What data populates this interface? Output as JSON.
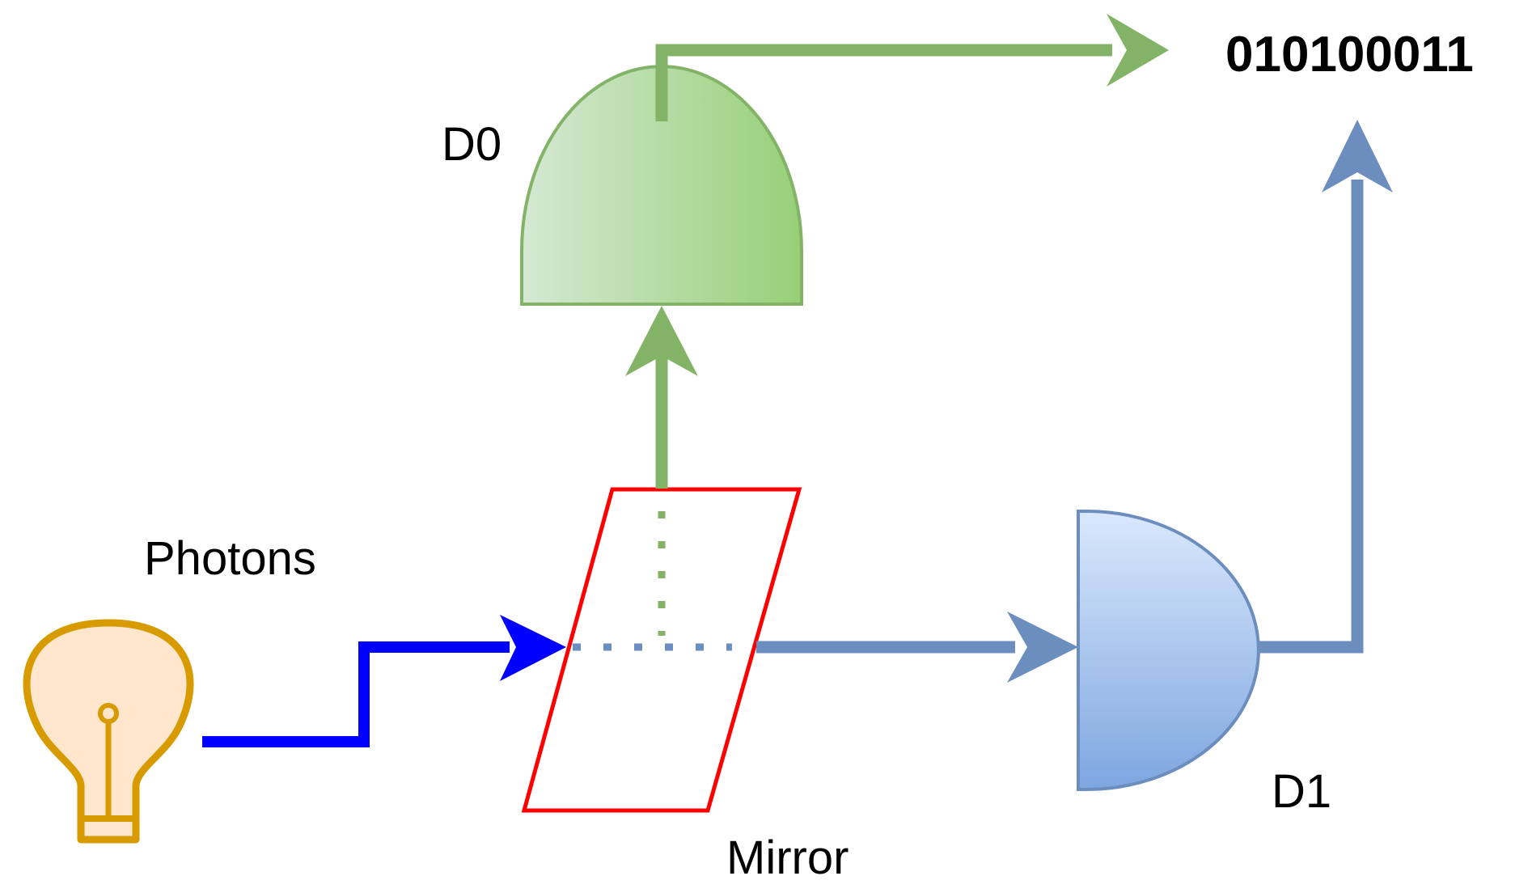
{
  "labels": {
    "photons": "Photons",
    "mirror": "Mirror",
    "detector_top": "D0",
    "detector_right": "D1",
    "output_bits": "010100011"
  },
  "icons": {
    "source": "light-bulb-icon"
  },
  "colors": {
    "photon_beam": "#0000ff",
    "green_path": "#82b366",
    "green_fill_light": "#d5e8d4",
    "green_fill_dark": "#97d077",
    "blue_path": "#6c8ebf",
    "blue_fill_light": "#dae8fc",
    "blue_fill_dark": "#7ea6e0",
    "mirror_stroke": "#ff0000",
    "bulb_stroke": "#d79b00",
    "bulb_fill": "#ffe6cc"
  }
}
